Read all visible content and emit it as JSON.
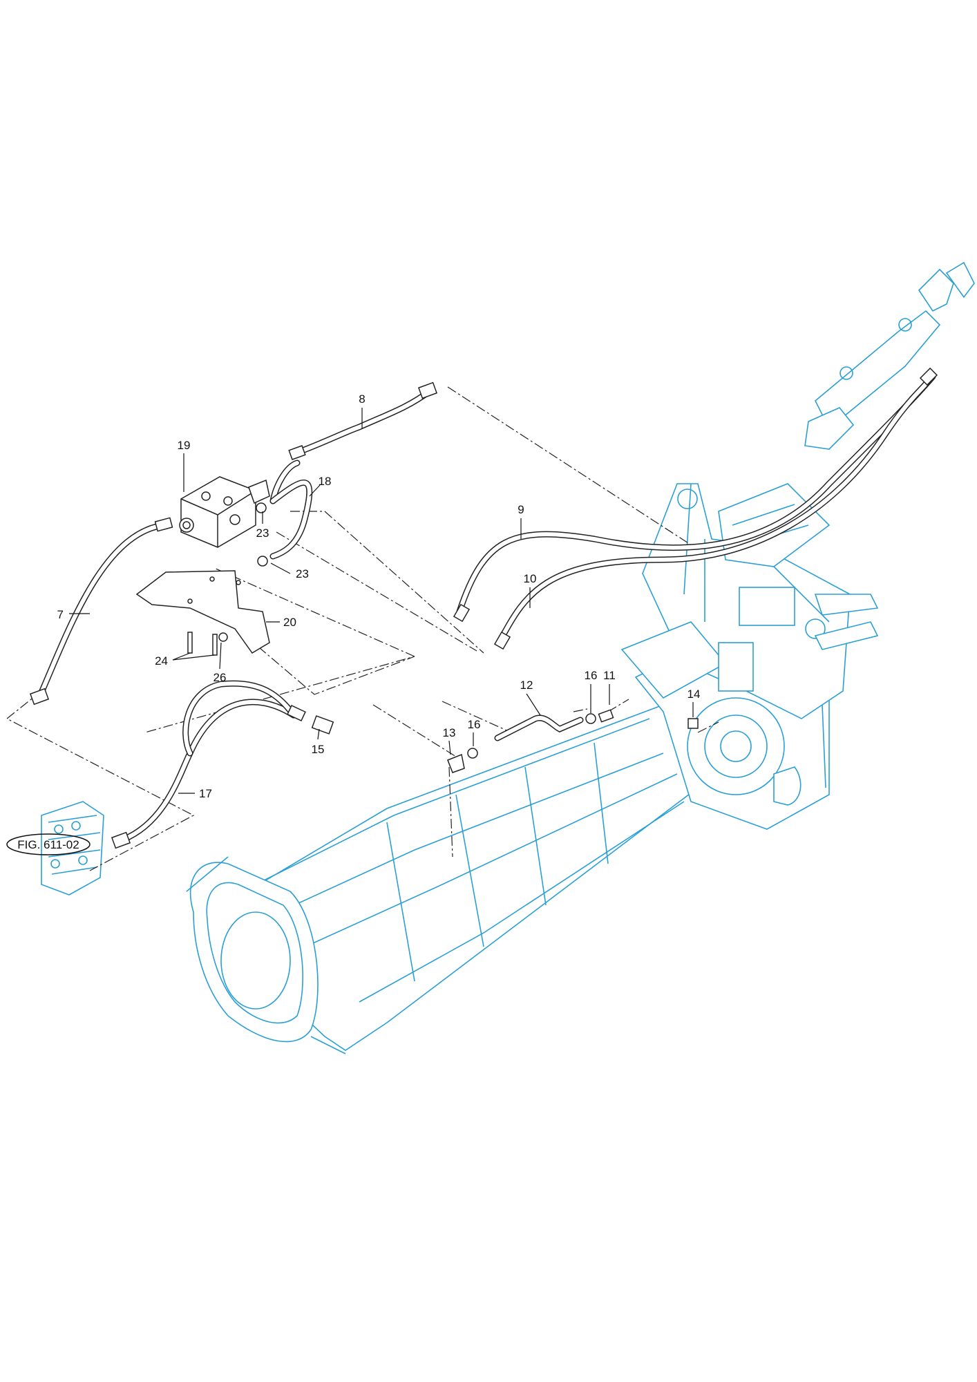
{
  "figure_reference": "FIG. 611-02",
  "callouts": [
    {
      "id": "7",
      "label": "7"
    },
    {
      "id": "8",
      "label": "8"
    },
    {
      "id": "9",
      "label": "9"
    },
    {
      "id": "10",
      "label": "10"
    },
    {
      "id": "11",
      "label": "11"
    },
    {
      "id": "12",
      "label": "12"
    },
    {
      "id": "13",
      "label": "13"
    },
    {
      "id": "14",
      "label": "14"
    },
    {
      "id": "15",
      "label": "15"
    },
    {
      "id": "16a",
      "label": "16"
    },
    {
      "id": "16b",
      "label": "16"
    },
    {
      "id": "17",
      "label": "17"
    },
    {
      "id": "18",
      "label": "18"
    },
    {
      "id": "19",
      "label": "19"
    },
    {
      "id": "20",
      "label": "20"
    },
    {
      "id": "23a",
      "label": "23"
    },
    {
      "id": "23b",
      "label": "23"
    },
    {
      "id": "24",
      "label": "24"
    },
    {
      "id": "26",
      "label": "26"
    }
  ],
  "colors": {
    "housing_outline": "#2a9fd6",
    "parts_outline": "#222222"
  }
}
